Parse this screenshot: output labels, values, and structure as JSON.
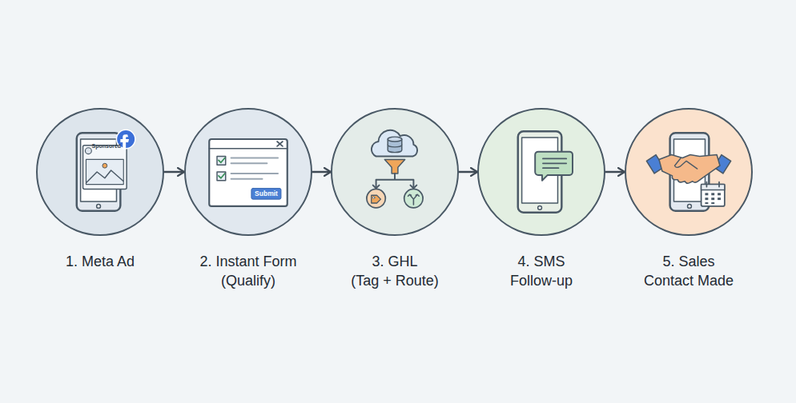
{
  "diagram": {
    "nodes": [
      {
        "text": [
          "1. Meta Ad"
        ]
      },
      {
        "text": [
          "2. Instant Form (Qualify)"
        ]
      },
      {
        "text": [
          "3. GHL (Tag + Route)"
        ]
      },
      {
        "text": [
          "4. SMS Follow-up"
        ]
      },
      {
        "text": [
          "5. Sales Contact Made"
        ]
      }
    ],
    "edges": [
      {
        "from": 0,
        "to": 1,
        "arrow": "to"
      },
      {
        "from": 1,
        "to": 2,
        "arrow": "to"
      },
      {
        "from": 2,
        "to": 3,
        "arrow": "to"
      },
      {
        "from": 3,
        "to": 4,
        "arrow": "to"
      }
    ],
    "labels": [
      "Sponsored",
      "Submit"
    ]
  }
}
